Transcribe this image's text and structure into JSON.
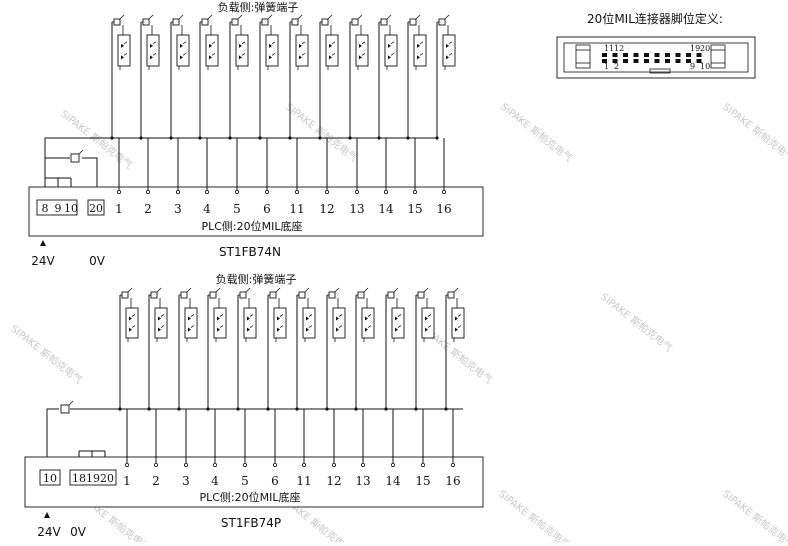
{
  "connector_title": "20位MIL连接器脚位定义:",
  "connector_pins": [
    "1",
    "2",
    "11",
    "12",
    "19",
    "20",
    "9",
    "10"
  ],
  "load_side_label": "负载侧:弹簧端子",
  "plc_side_label": "PLC侧:20位MIL底座",
  "watermark": "SIPAKE 斯帕克电气",
  "diagrams": [
    {
      "model": "ST1FB74N",
      "left_pins": [
        "8",
        "9",
        "10",
        "20"
      ],
      "channel_pins": [
        "1",
        "2",
        "3",
        "4",
        "5",
        "6",
        "11",
        "12",
        "13",
        "14",
        "15",
        "16"
      ],
      "voltage_plus": "24V",
      "voltage_zero": "0V"
    },
    {
      "model": "ST1FB74P",
      "left_pins": [
        "10",
        "18",
        "19",
        "20"
      ],
      "channel_pins": [
        "1",
        "2",
        "3",
        "4",
        "5",
        "6",
        "11",
        "12",
        "13",
        "14",
        "15",
        "16"
      ],
      "voltage_plus": "24V",
      "voltage_zero": "0V"
    }
  ]
}
